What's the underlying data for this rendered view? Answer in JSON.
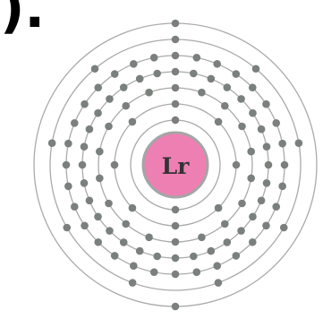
{
  "corner_text": ").",
  "diagram": {
    "symbol": "Lr",
    "electrons_per_shell": [
      2,
      8,
      18,
      32,
      32,
      9,
      2
    ],
    "colors": {
      "background": "#ffffff",
      "orbit": "#a9aaa9",
      "electron": "#7a807c",
      "nucleus_fill": "#ee7fb3",
      "nucleus_stroke": "#a3a6a5",
      "symbol": "#333333"
    }
  }
}
